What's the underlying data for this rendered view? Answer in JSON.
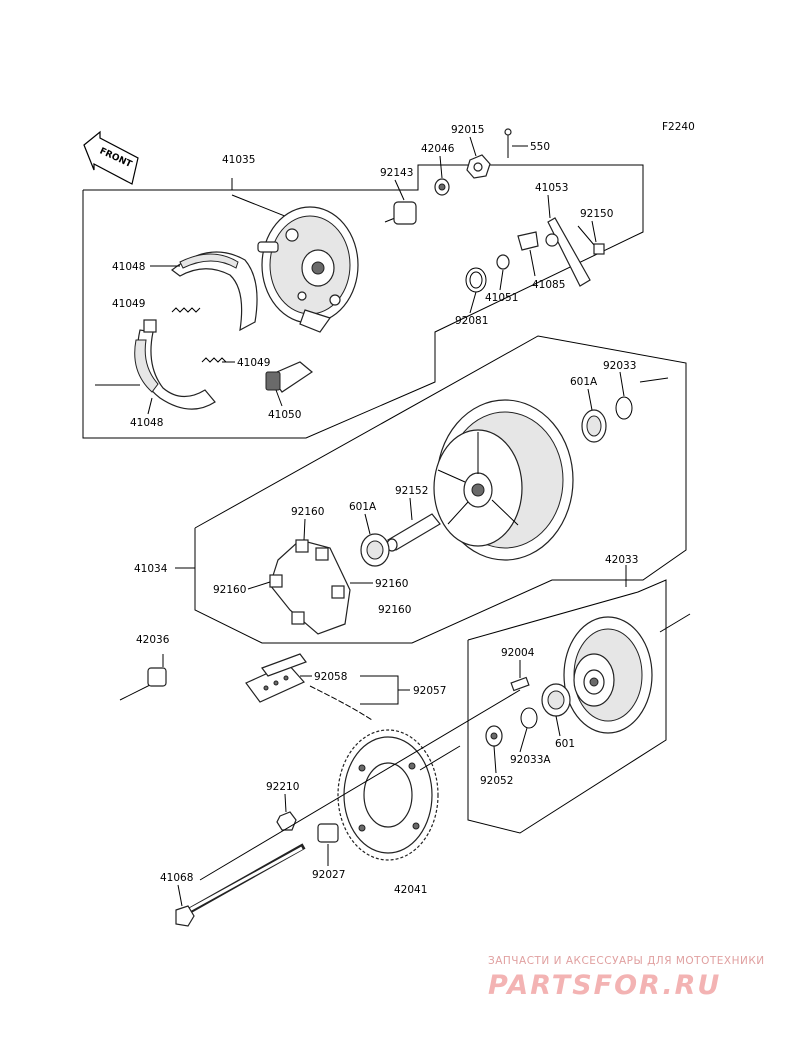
{
  "figure_code": "F2240",
  "front_marker": "FRONT",
  "callouts": {
    "c41035": "41035",
    "c92143": "92143",
    "c42046": "42046",
    "c92015": "92015",
    "c550": "550",
    "c41053": "41053",
    "c92150": "92150",
    "c41048a": "41048",
    "c41049a": "41049",
    "c41049b": "41049",
    "c41048b": "41048",
    "c41050": "41050",
    "c41051": "41051",
    "c41085": "41085",
    "c92081": "92081",
    "c92033a": "92033",
    "c601Aa": "601A",
    "c92160a": "92160",
    "c601Ab": "601A",
    "c92152": "92152",
    "c41034": "41034",
    "c92160b": "92160",
    "c92160c": "92160",
    "c92160d": "92160",
    "c42033": "42033",
    "c42036": "42036",
    "c92058": "92058",
    "c92057": "92057",
    "c92004": "92004",
    "c601": "601",
    "c92033A": "92033A",
    "c92052": "92052",
    "c92210": "92210",
    "c92027": "92027",
    "c42041": "42041",
    "c41068": "41068"
  },
  "watermark": {
    "caption": "ЗАПЧАСТИ И АКСЕССУАРЫ ДЛЯ МОТОТЕХНИКИ",
    "logo": "PARTSFOR.RU"
  }
}
